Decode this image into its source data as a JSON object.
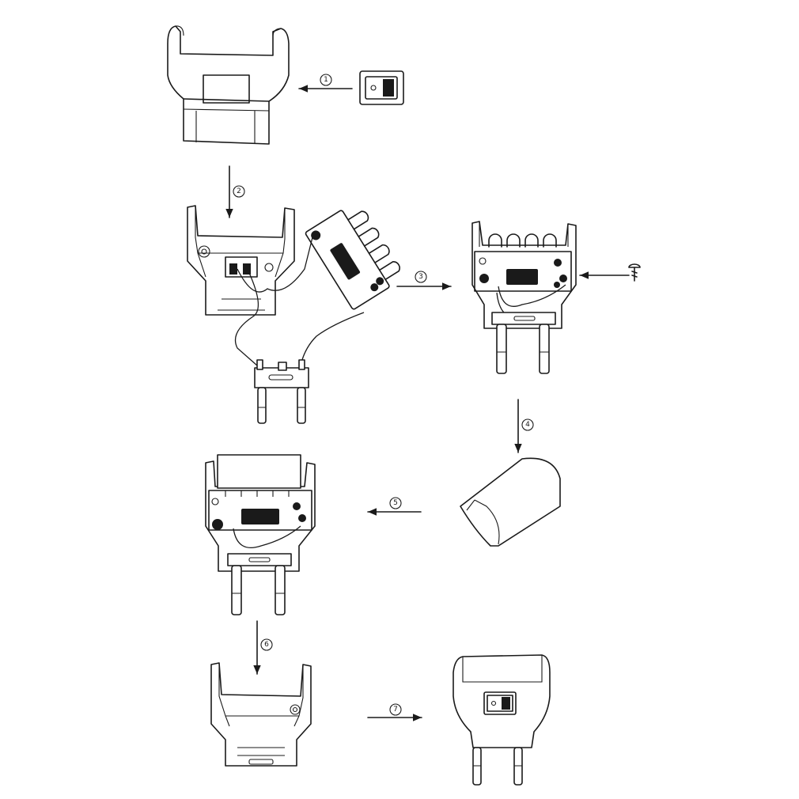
{
  "steps": [
    {
      "number": "1"
    },
    {
      "number": "2"
    },
    {
      "number": "3"
    },
    {
      "number": "4"
    },
    {
      "number": "5"
    },
    {
      "number": "6"
    },
    {
      "number": "7"
    }
  ],
  "colors": {
    "line": "#1a1a1a",
    "background": "#ffffff"
  }
}
